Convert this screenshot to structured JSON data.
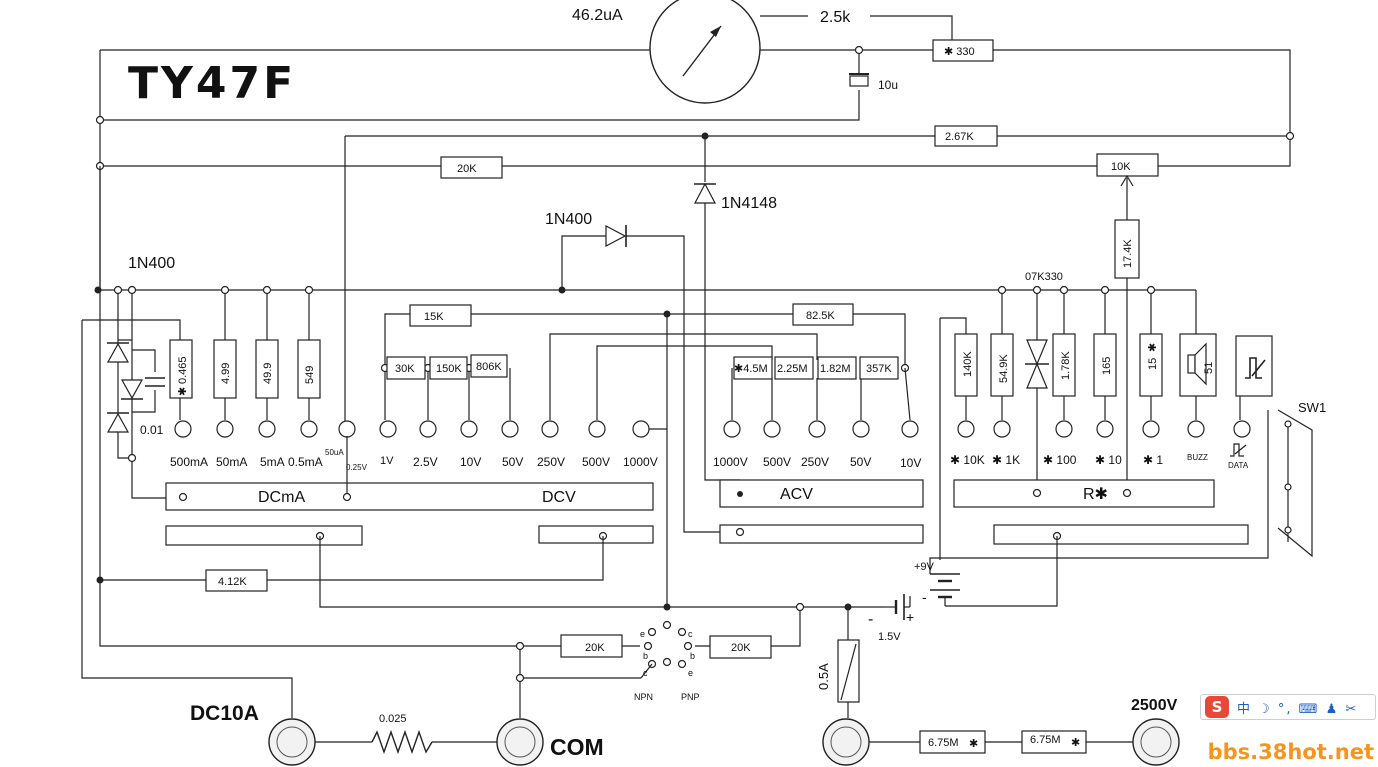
{
  "title": "TY47F",
  "meter": {
    "current": "46.2uA",
    "r_series": "2.5k",
    "r_trim": "✱ 330",
    "cap": "10u"
  },
  "resistors": {
    "r267k": "2.67K",
    "r20k_top": "20K",
    "r10k": "10K",
    "r174k": "17.4K",
    "r15k": "15K",
    "r825k": "82.5K",
    "r412k": "4.12K",
    "r20k_npn": "20K",
    "r20k_pnp": "20K",
    "r0025": "0.025",
    "r675m_a": "6.75M",
    "r675m_b": "6.75M"
  },
  "diodes": {
    "d1": "1N4148",
    "d2": "1N400",
    "d3": "1N400",
    "varistor": "07K330"
  },
  "cap_small": "0.01",
  "dcma": {
    "shunts": [
      "0.465",
      "4.99",
      "49.9",
      "549"
    ],
    "labels": [
      "500mA",
      "50mA",
      "5mA",
      "0.5mA"
    ],
    "extra": [
      "50uA",
      "0.25V"
    ]
  },
  "dcv": {
    "resistors": [
      "30K",
      "150K",
      "806K"
    ],
    "labels": [
      "1V",
      "2.5V",
      "10V",
      "50V",
      "250V",
      "500V",
      "1000V"
    ]
  },
  "acv": {
    "resistors": [
      "✱4.5M",
      "2.25M",
      "1.82M",
      "357K"
    ],
    "labels": [
      "1000V",
      "500V",
      "250V",
      "50V",
      "10V"
    ]
  },
  "ohm": {
    "resistors": [
      "140K",
      "54.9K",
      "1.78K",
      "165",
      "15",
      "51"
    ],
    "labels": [
      "✱ 10K",
      "✱ 1K",
      "✱ 100",
      "✱ 10",
      "✱ 1",
      "BUZZ",
      "DATA"
    ]
  },
  "switch_bars": {
    "dcma": "DCmA",
    "dcv": "DCV",
    "acv": "ACV",
    "ohm": "R✱"
  },
  "sw_label": "SW1",
  "battery_9v": "+9V",
  "battery_15": "1.5V",
  "fuse": "0.5A",
  "transistor": {
    "npn": "NPN",
    "pnp": "PNP",
    "pins": [
      "e",
      "b",
      "c",
      "c",
      "b",
      "e"
    ]
  },
  "jacks": {
    "dc10a": "DC10A",
    "com": "COM",
    "v2500": "2500V"
  },
  "ime_icons": "中 ☽ °, ⌨ ♟ ✂",
  "watermark": "bbs.38hot.net"
}
